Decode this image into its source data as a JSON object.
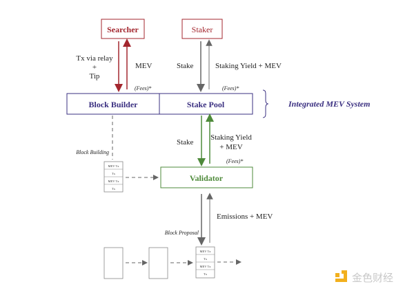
{
  "nodes": {
    "searcher": "Searcher",
    "staker": "Staker",
    "block_builder": "Block Builder",
    "stake_pool": "Stake Pool",
    "validator": "Validator"
  },
  "group_label": "Integrated MEV System",
  "edges": {
    "tx_via_relay_line1": "Tx via relay",
    "tx_via_relay_line2": "+",
    "tx_via_relay_line3": "Tip",
    "mev": "MEV",
    "stake_top": "Stake",
    "staking_yield_top": "Staking Yield + MEV",
    "fees_1": "(Fees)*",
    "fees_2": "(Fees)*",
    "fees_3": "(Fees)*",
    "stake_mid": "Stake",
    "staking_yield_mid_line1": "Staking Yield",
    "staking_yield_mid_line2": "+ MEV",
    "block_building": "Block Building",
    "block_proposal": "Block Proposal",
    "emissions": "Emissions + MEV"
  },
  "tx_stack": [
    "MEV Tx",
    "Tx",
    "MEV Tx",
    "Tx"
  ],
  "watermark": "金色财经",
  "colors": {
    "searcher": "#a3262e",
    "staker": "#a3262e",
    "system": "#3a2f80",
    "validator": "#4e8a3a",
    "gray": "#777777"
  }
}
